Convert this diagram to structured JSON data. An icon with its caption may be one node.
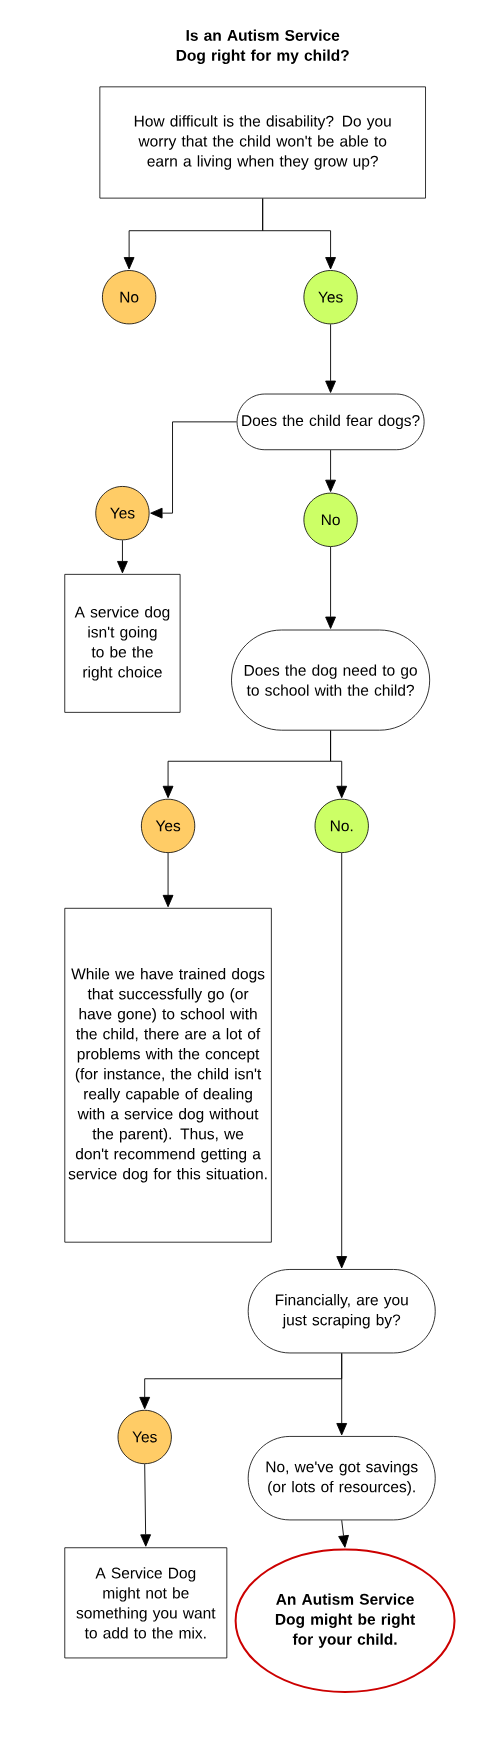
{
  "diagram": {
    "title": "Is an Autism Service Dog right for my child?",
    "nodes": [
      {
        "text": [
          "How difficult is the disability? Do you worry that the child won't be able to earn a living when they grow up?"
        ]
      },
      {
        "text": [
          "No"
        ]
      },
      {
        "text": [
          "Yes"
        ]
      },
      {
        "text": [
          "Does the child fear dogs?"
        ]
      },
      {
        "text": [
          "Yes"
        ]
      },
      {
        "text": [
          "No"
        ]
      },
      {
        "text": [
          "A service dog isn't going to be the right choice"
        ]
      },
      {
        "text": [
          "Does the dog need to go to school with the child?"
        ]
      },
      {
        "text": [
          "Yes"
        ]
      },
      {
        "text": [
          "No."
        ]
      },
      {
        "text": [
          "While we have trained dogs that successfully go (or have gone) to school with the child, there are a lot of problems with the concept (for instance, the child isn't really capable of dealing with a service dog without the parent). Thus, we don't recommend getting a service dog for this situation."
        ]
      },
      {
        "text": [
          "Financially, are you just scraping by?"
        ]
      },
      {
        "text": [
          "Yes"
        ]
      },
      {
        "text": [
          "No, we've got savings (or lots of resources)."
        ]
      },
      {
        "text": [
          "A Service Dog might not be something you want to add to the mix."
        ]
      },
      {
        "text": [
          "An Autism Service Dog might be right for your child."
        ]
      }
    ],
    "edges": [
      {
        "from": 0,
        "to": 1,
        "arrow": "to"
      },
      {
        "from": 0,
        "to": 2,
        "arrow": "to"
      },
      {
        "from": 2,
        "to": 3,
        "arrow": "to"
      },
      {
        "from": 3,
        "to": 4,
        "arrow": "to"
      },
      {
        "from": 3,
        "to": 5,
        "arrow": "to"
      },
      {
        "from": 4,
        "to": 6,
        "arrow": "to"
      },
      {
        "from": 5,
        "to": 7,
        "arrow": "to"
      },
      {
        "from": 7,
        "to": 8,
        "arrow": "to"
      },
      {
        "from": 7,
        "to": 9,
        "arrow": "to"
      },
      {
        "from": 8,
        "to": 10,
        "arrow": "to"
      },
      {
        "from": 9,
        "to": 11,
        "arrow": "to"
      },
      {
        "from": 11,
        "to": 12,
        "arrow": "to"
      },
      {
        "from": 11,
        "to": 13,
        "arrow": "to"
      },
      {
        "from": 12,
        "to": 14,
        "arrow": "to"
      },
      {
        "from": 13,
        "to": 15,
        "arrow": "to"
      }
    ]
  }
}
